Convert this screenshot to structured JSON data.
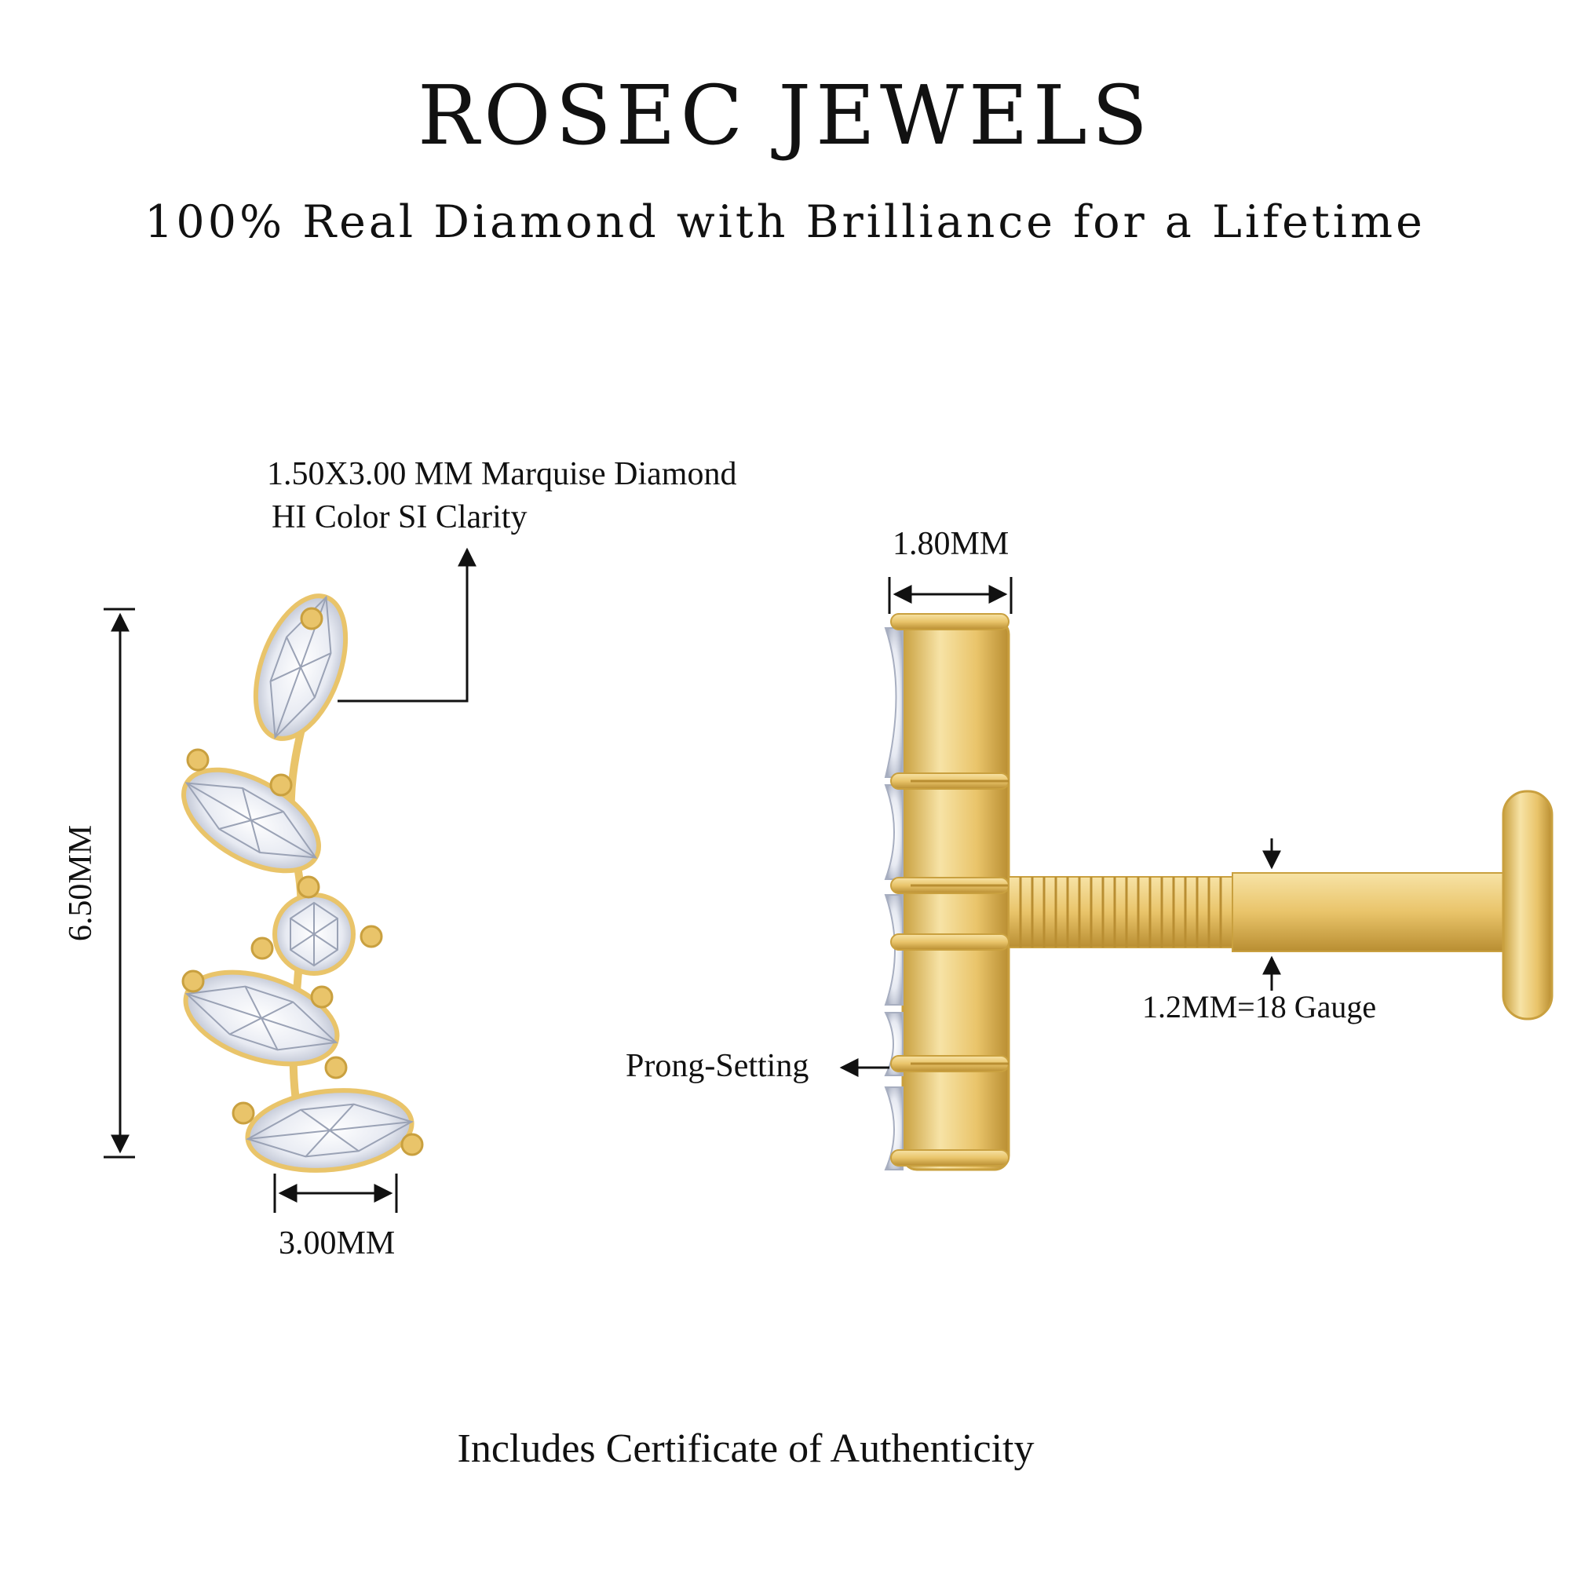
{
  "brand": "ROSEC JEWELS",
  "tagline": "100% Real Diamond with Brilliance for a Lifetime",
  "footer": "Includes Certificate of Authenticity",
  "labels": {
    "stone_line1": "1.50X3.00 MM Marquise Diamond",
    "stone_line2": "HI Color SI Clarity",
    "height": "6.50MM",
    "width": "3.00MM",
    "depth": "1.80MM",
    "gauge": "1.2MM=18 Gauge",
    "setting": "Prong-Setting"
  },
  "colors": {
    "gold": "#E9C46A",
    "gold_dark": "#C9A03F",
    "gold_light": "#F7E3A6",
    "diamond": "#E7EAF2",
    "diamond_dark": "#A7AEC0",
    "ink": "#111111"
  }
}
